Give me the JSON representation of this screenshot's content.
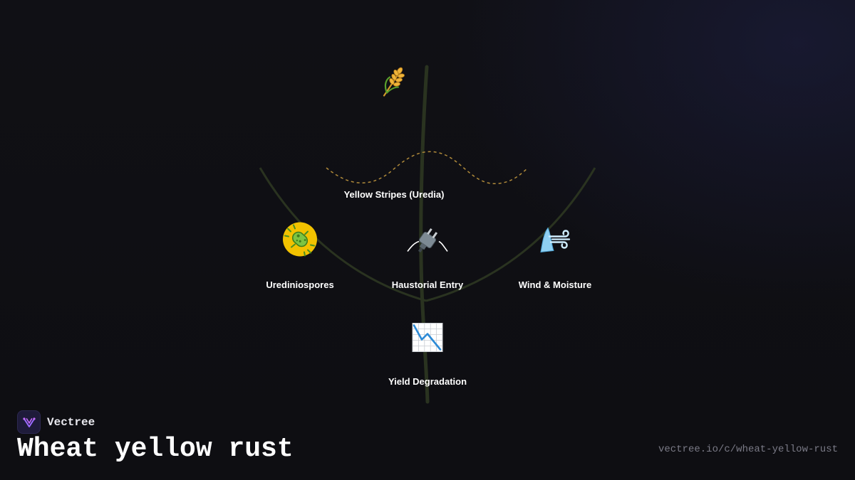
{
  "diagram": {
    "nodes": [
      {
        "id": "stripes",
        "label": "Yellow Stripes (Uredia)",
        "icon": "wheat-icon"
      },
      {
        "id": "spores",
        "label": "Urediniospores",
        "icon": "microbe-icon"
      },
      {
        "id": "entry",
        "label": "Haustorial Entry",
        "icon": "plug-icon"
      },
      {
        "id": "wind",
        "label": "Wind & Moisture",
        "icon": "wind-icon"
      },
      {
        "id": "yield",
        "label": "Yield Degradation",
        "icon": "chart-decreasing-icon"
      }
    ],
    "colors": {
      "stem": "#2a3320",
      "stripe_dashed": "#b08a3a",
      "microbe_yellow": "#f2c200",
      "microbe_green": "#6fbf3a"
    }
  },
  "brand": {
    "name": "Vectree",
    "logo_icon": "vectree-logo-icon"
  },
  "page": {
    "title": "Wheat yellow rust",
    "url": "vectree.io/c/wheat-yellow-rust"
  }
}
